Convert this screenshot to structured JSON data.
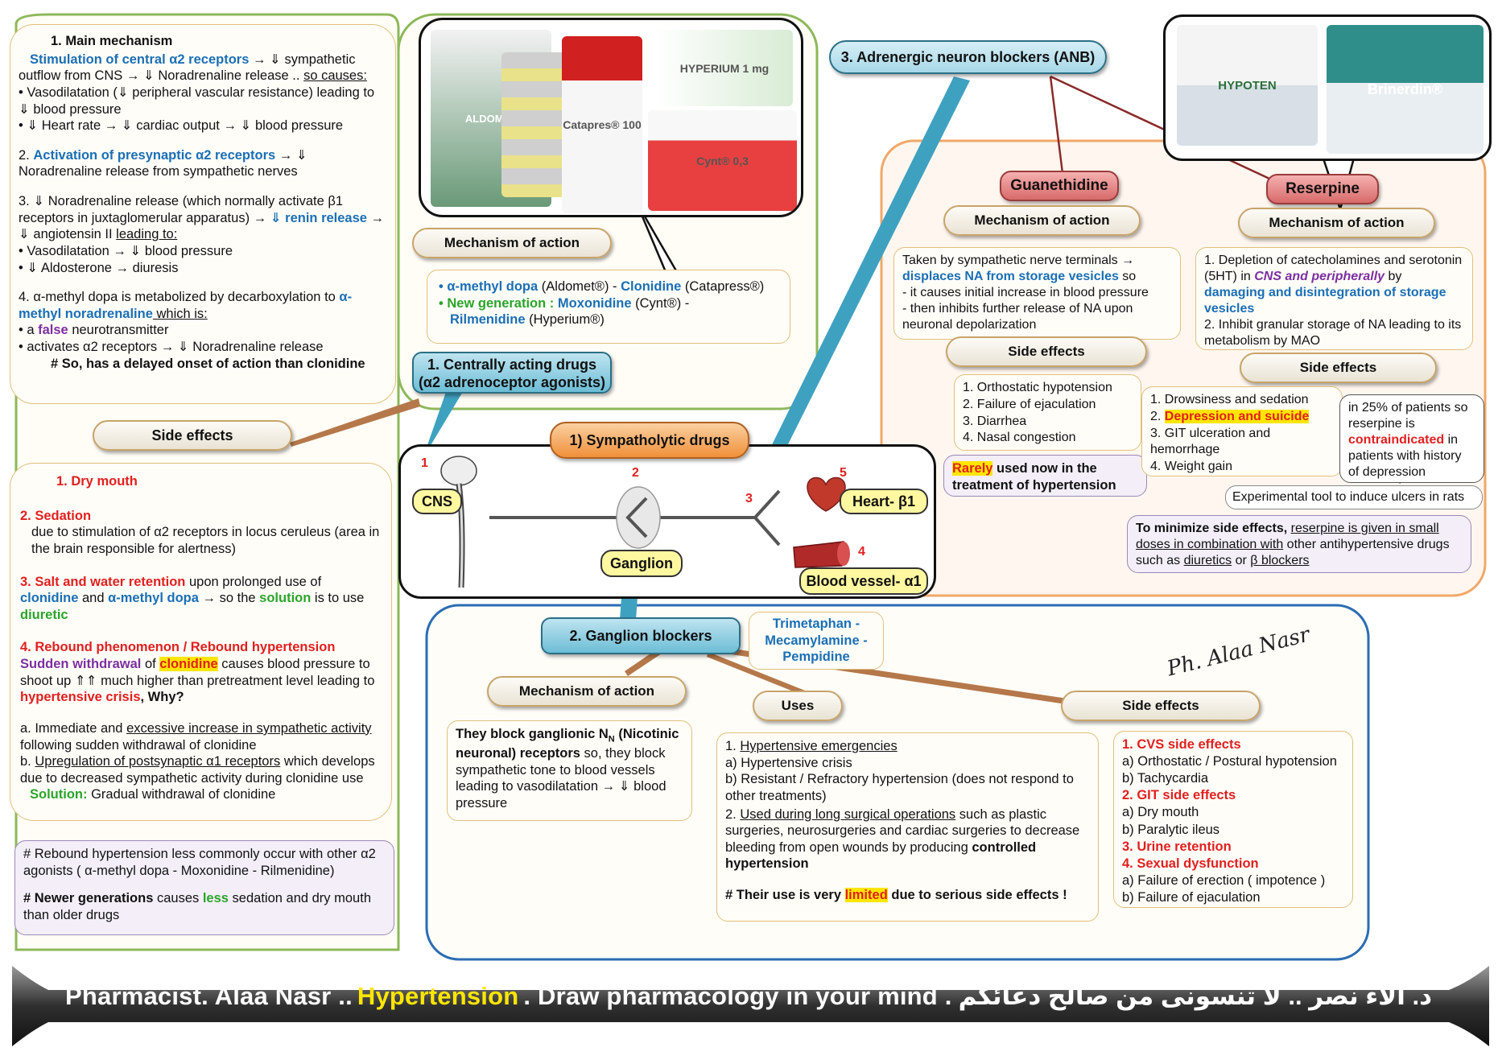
{
  "colors": {
    "green_panel": "#8db85a",
    "orange_panel": "#f0a868",
    "blue_panel": "#2a6db3",
    "accent_blue": "#1a6fb5",
    "accent_red": "#e02020",
    "highlight": "#ffe600"
  },
  "left": {
    "mech_title": "1. Main mechanism",
    "m1_head": "Stimulation of central α2 receptors",
    "m1_rest": " → ⇓ sympathetic outflow from CNS → ⇓ Noradrenaline release .. ",
    "m1_causes": "so causes:",
    "m1_b1": "• Vasodilatation (⇓ peripheral vascular resistance) leading to ⇓ blood pressure",
    "m1_b2": "• ⇓ Heart rate → ⇓ cardiac output → ⇓ blood pressure",
    "m2_num": "2. ",
    "m2_head": "Activation of presynaptic α2 receptors",
    "m2_rest": " → ⇓ Noradrenaline release from sympathetic nerves",
    "m3_a": "3. ⇓ Noradrenaline release (which normally activate β1 receptors in juxtaglomerular apparatus) → ",
    "m3_b": "⇓ renin release",
    "m3_c": " → ⇓ angiotensin II ",
    "m3_d": "leading to:",
    "m3_b1": "• Vasodilatation → ⇓ blood pressure",
    "m3_b2": "• ⇓ Aldosterone → diuresis",
    "m4_a": "4. α-methyl dopa is metabolized by decarboxylation to ",
    "m4_b": "α-methyl noradrenaline",
    "m4_c": " which is:",
    "m4_b1a": "• a ",
    "m4_b1b": "false",
    "m4_b1c": " neurotransmitter",
    "m4_b2": "• activates α2 receptors → ⇓ Noradrenaline release",
    "m4_note": "# So, has a delayed onset of action than clonidine",
    "se_label": "Side effects",
    "se1": "1. Dry mouth",
    "se2": "2. Sedation",
    "se2_d": "due to stimulation of α2 receptors in locus ceruleus (area in the brain responsible for alertness)",
    "se3_a": "3. Salt and water retention",
    "se3_b": " upon prolonged use of ",
    "se3_c": "clonidine",
    "se3_d": " and ",
    "se3_e": "α-methyl dopa",
    "se3_f": " → so the ",
    "se3_g": "solution",
    "se3_h": " is to use ",
    "se3_i": "diuretic",
    "se4": "4. Rebound phenomenon / Rebound hypertension",
    "se4_a": "Sudden withdrawal",
    "se4_b": " of ",
    "se4_c": "clonidine",
    "se4_d": " causes blood pressure to shoot up ⇑⇑ much higher than pretreatment level leading to ",
    "se4_e": "hypertensive crisis",
    "se4_f": ", Why?",
    "wa_a": "a. Immediate and ",
    "wa_b": "excessive increase in sympathetic activity",
    "wa_c": " following sudden withdrawal of clonidine",
    "wb_a": "b. ",
    "wb_b": "Upregulation of postsynaptic α1 receptors",
    "wb_c": " which develops due to decreased sympathetic activity during clonidine use",
    "sol_a": "Solution:",
    "sol_b": " Gradual withdrawal of clonidine",
    "note1": "# Rebound hypertension less commonly occur with other α2 agonists ( α-methyl dopa - Moxonidine - Rilmenidine)",
    "note2_a": "# Newer generations",
    "note2_b": " causes ",
    "note2_c": "less",
    "note2_d": " sedation and dry mouth than older drugs"
  },
  "central": {
    "moa_label": "Mechanism of action",
    "d1a": "• ",
    "d1b": "α-methyl dopa",
    "d1c": " (Aldomet®) - ",
    "d1d": "Clonidine",
    "d1e": " (Catapress®)",
    "d2a": "• New generation : ",
    "d2b": "Moxonidine",
    "d2c": " (Cynt®)  - ",
    "d2d": "Rilmenidine",
    "d2e": " (Hyperium®)",
    "title_l1": "1. Centrally acting drugs",
    "title_l2": "(α2 adrenoceptor agonists)",
    "photo1": "ALDOMET",
    "photo2": "Catapres® 100",
    "photo3": "HYPERIUM 1 mg",
    "photo4": "Cynt® 0,3"
  },
  "diagram": {
    "title": "1) Sympatholytic drugs",
    "cns": "CNS",
    "ganglion": "Ganglion",
    "heart": "Heart- β1",
    "vessel": "Blood vessel- α1",
    "n1": "1",
    "n2": "2",
    "n3": "3",
    "n4": "4",
    "n5": "5"
  },
  "anb": {
    "title": "3. Adrenergic neuron blockers (ANB)",
    "guan": "Guanethidine",
    "res": "Reserpine",
    "g_moa": "Mechanism of action",
    "g_m1": "Taken by sympathetic nerve terminals → ",
    "g_m2": "displaces NA from storage vesicles",
    "g_m3": " so",
    "g_m4": "- it causes initial increase in blood pressure",
    "g_m5": "- then inhibits further release of NA upon neuronal depolarization",
    "g_se": "Side effects",
    "g_s1": "1. Orthostatic hypotension",
    "g_s2": "2. Failure of ejaculation",
    "g_s3": "3. Diarrhea",
    "g_s4": "4. Nasal congestion",
    "g_r1": "Rarely",
    "g_r2": " used now in the treatment of hypertension",
    "r_moa": "Mechanism of action",
    "r_m1": "1. Depletion of catecholamines and serotonin (5HT) in ",
    "r_m2": "CNS and peripherally",
    "r_m3": " by ",
    "r_m4": "damaging and disintegration of storage vesicles",
    "r_m5": "2. Inhibit granular storage of NA leading to its metabolism by MAO",
    "r_se": "Side effects",
    "r_s1": "1. Drowsiness and sedation",
    "r_s2a": "2. ",
    "r_s2b": "Depression and suicide",
    "r_s3": "3. GIT ulceration and hemorrhage",
    "r_s4": "4. Weight gain",
    "r_n1": "in 25% of patients so reserpine is ",
    "r_n2": "contraindicated",
    "r_n3": " in patients with history of depression",
    "r_exp": "Experimental tool to induce ulcers in rats",
    "r_min1": "To minimize side effects, ",
    "r_min2": "reserpine is given in small doses in combination with",
    "r_min3": " other antihypertensive drugs such as ",
    "r_min4": "diuretics",
    "r_min5": " or ",
    "r_min6": "β blockers",
    "photo1": "HYPOTEN",
    "photo2": "Brinerdin®"
  },
  "gang": {
    "title": "2. Ganglion blockers",
    "drugs": "Trimetaphan - Mecamylamine - Pempidine",
    "moa_label": "Mechanism of action",
    "moa1": "They block ganglionic N",
    "moa_sub": "N",
    "moa2": " (Nicotinic neuronal) receptors",
    "moa3": " so, they block sympathetic tone to blood vessels leading to vasodilatation → ⇓ blood pressure",
    "uses_label": "Uses",
    "u1a": "1. ",
    "u1b": "Hypertensive emergencies",
    "u1c": "a) Hypertensive crisis",
    "u1d": "b) Resistant / Refractory hypertension (does not respond to other treatments)",
    "u2a": "2. ",
    "u2b": "Used during long surgical operations",
    "u2c": " such as plastic surgeries, neurosurgeries and cardiac surgeries to decrease bleeding from open wounds by producing ",
    "u2d": "controlled hypertension",
    "u3a": "# Their use is very ",
    "u3b": "limited",
    "u3c": " due to serious side effects !",
    "se_label": "Side effects",
    "s1": "1. CVS side effects",
    "s1a": "a) Orthostatic / Postural hypotension",
    "s1b": "b) Tachycardia",
    "s2": "2. GIT side effects",
    "s2a": "a) Dry mouth",
    "s2b": "b) Paralytic ileus",
    "s3": "3. Urine retention",
    "s4": "4. Sexual dysfunction",
    "s4a": "a) Failure of erection ( impotence )",
    "s4b": "b) Failure of ejaculation",
    "signature": "Ph. Alaa Nasr"
  },
  "footer": {
    "a": "Pharmacist. Alaa Nasr .. ",
    "b": "Hypertension",
    "c": " . Draw pharmacology in your mind . ",
    "d": "د. آلاء نصر ..  لا تنسونى من صالح دعائكم"
  }
}
